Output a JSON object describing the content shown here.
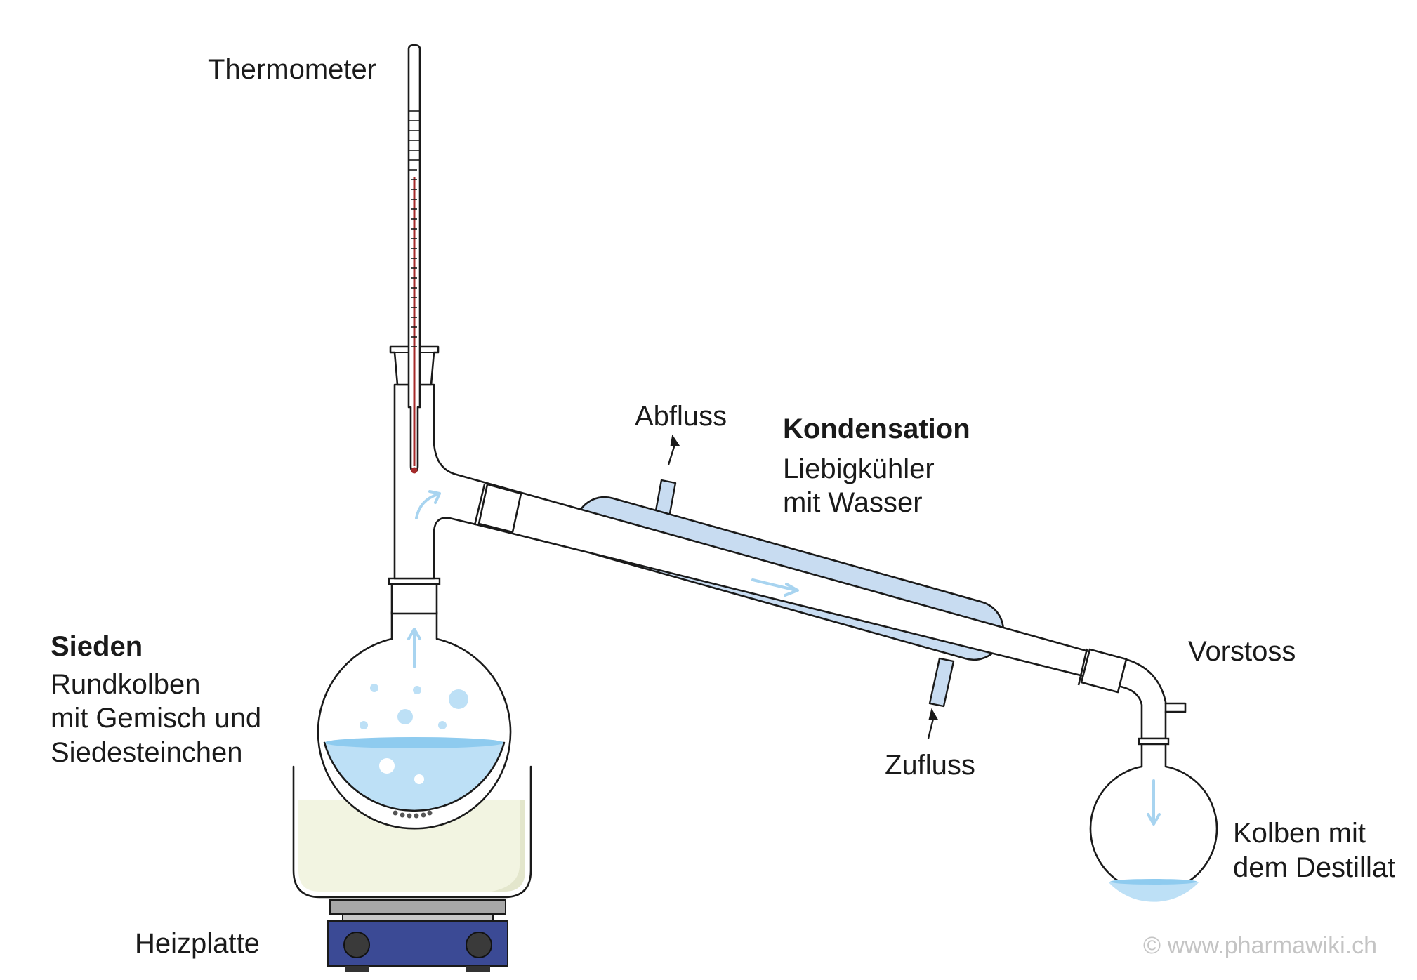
{
  "colors": {
    "liquid": "#bde0f6",
    "liquid_surface": "#8ecbef",
    "coolant": "#c8dcf1",
    "bath": "#f2f4e1",
    "mercury": "#a52a2a",
    "hotplate_body": "#3b4a95",
    "hotplate_top": "#a8a8a8",
    "flow_arrow": "#a8d4f0"
  },
  "labels": {
    "thermometer": "Thermometer",
    "sieden_title": "Sieden",
    "sieden_line1": "Rundkolben",
    "sieden_line2": "mit Gemisch und",
    "sieden_line3": "Siedesteinchen",
    "heizplatte": "Heizplatte",
    "abfluss": "Abfluss",
    "kondensation_title": "Kondensation",
    "kondensation_line1": "Liebigkühler",
    "kondensation_line2": "mit Wasser",
    "zufluss": "Zufluss",
    "vorstoss": "Vorstoss",
    "kolben_line1": "Kolben mit",
    "kolben_line2": "dem Destillat"
  },
  "watermark": "© www.pharmawiki.ch"
}
